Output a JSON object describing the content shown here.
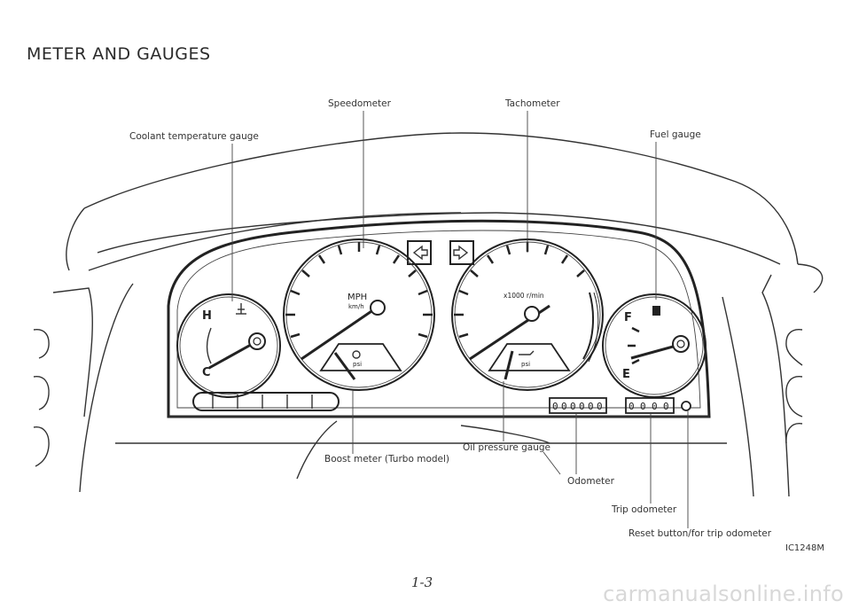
{
  "page": {
    "title": "METER AND GAUGES",
    "page_number": "1-3",
    "figure_id": "IC1248M",
    "watermark": "carmanualsonline.info"
  },
  "labels": {
    "speedometer": "Speedometer",
    "tachometer": "Tachometer",
    "coolant": "Coolant temperature gauge",
    "fuel": "Fuel gauge",
    "boost": "Boost meter (Turbo model)",
    "oil": "Oil pressure gauge",
    "odometer": "Odometer",
    "trip": "Trip odometer",
    "reset": "Reset button/for trip odometer"
  },
  "gauge_text": {
    "speed_unit": "MPH",
    "speed_unit_alt": "km/h",
    "tach_unit": "x1000 r/min",
    "boost_unit": "psi",
    "oil_unit": "psi",
    "temp_high": "H",
    "temp_cold": "C",
    "fuel_full": "F",
    "fuel_empty": "E"
  },
  "odometer_digits": [
    "0",
    "0",
    "0",
    "0",
    "0",
    "0"
  ],
  "trip_digits": [
    "0",
    "0",
    "0",
    "0"
  ]
}
